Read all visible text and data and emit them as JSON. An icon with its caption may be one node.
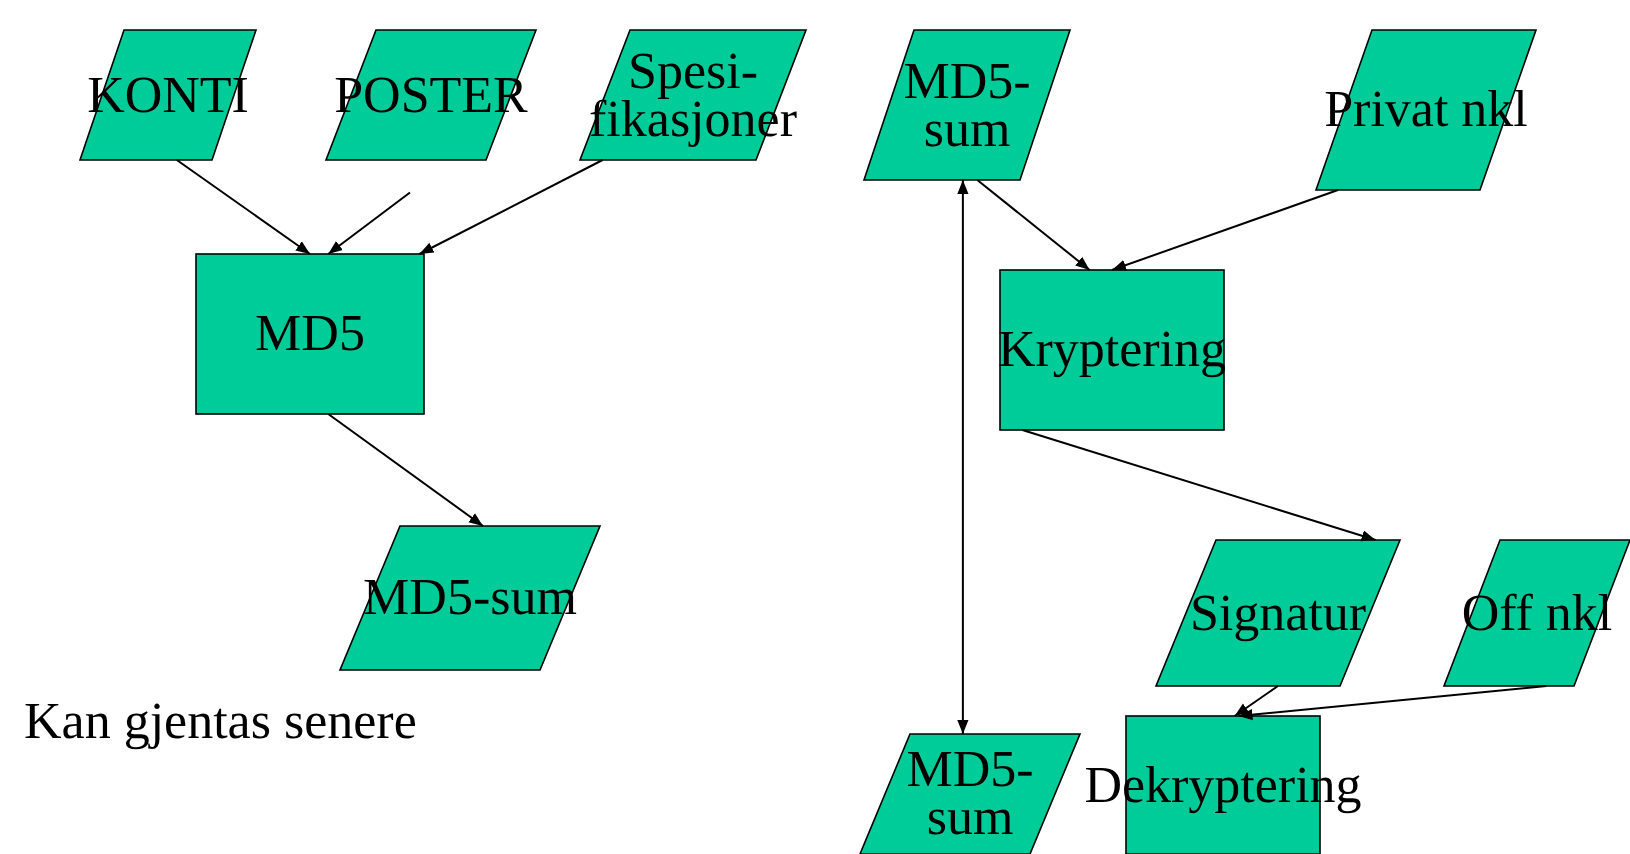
{
  "diagram": {
    "nodes": [
      {
        "text": [
          "KONTI"
        ]
      },
      {
        "text": [
          "POSTER"
        ]
      },
      {
        "text": [
          "Spesi- fikasjoner"
        ]
      },
      {
        "text": [
          "MD5"
        ]
      },
      {
        "text": [
          "MD5-sum"
        ]
      },
      {
        "text": [
          "MD5- sum"
        ]
      },
      {
        "text": [
          "Privat nkl"
        ]
      },
      {
        "text": [
          "Kryptering"
        ]
      },
      {
        "text": [
          "Signatur"
        ]
      },
      {
        "text": [
          "Off nkl"
        ]
      },
      {
        "text": [
          "MD5- sum"
        ]
      },
      {
        "text": [
          "Dekryptering"
        ]
      }
    ],
    "edges": [
      {
        "from": 0,
        "to": 3,
        "arrow": "to"
      },
      {
        "from": 1,
        "to": 3,
        "arrow": "to"
      },
      {
        "from": 2,
        "to": 3,
        "arrow": "to"
      },
      {
        "from": 3,
        "to": 4,
        "arrow": "to"
      },
      {
        "from": 5,
        "to": 7,
        "arrow": "to"
      },
      {
        "from": 6,
        "to": 7,
        "arrow": "to"
      },
      {
        "from": 7,
        "to": 8,
        "arrow": "to"
      },
      {
        "from": 8,
        "to": 11,
        "arrow": "to"
      },
      {
        "from": 9,
        "to": 11,
        "arrow": "to"
      },
      {
        "from": 5,
        "to": 10,
        "arrow": "both"
      }
    ],
    "labels": [
      "Kan gjentas senere"
    ]
  }
}
